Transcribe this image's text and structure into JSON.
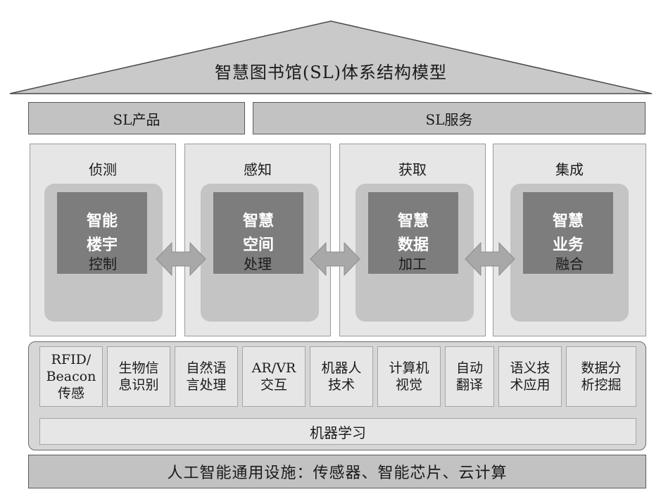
{
  "title": "智慧图书馆(SL)体系结构模型",
  "banners": {
    "products": "SL产品",
    "services": "SL服务"
  },
  "columns": [
    {
      "top": "侦测",
      "core_line1": "智能",
      "core_line2": "楼宇",
      "bottom": "控制"
    },
    {
      "top": "感知",
      "core_line1": "智慧",
      "core_line2": "空间",
      "bottom": "处理"
    },
    {
      "top": "获取",
      "core_line1": "智慧",
      "core_line2": "数据",
      "bottom": "加工"
    },
    {
      "top": "集成",
      "core_line1": "智慧",
      "core_line2": "业务",
      "bottom": "融合"
    }
  ],
  "technologies": [
    {
      "line1": "RFID/",
      "line2": "Beacon",
      "line3": "传感"
    },
    {
      "line1": "生物信",
      "line2": "息识别"
    },
    {
      "line1": "自然语",
      "line2": "言处理"
    },
    {
      "line1": "AR/VR",
      "line2": "交互"
    },
    {
      "line1": "机器人",
      "line2": "技术"
    },
    {
      "line1": "计算机",
      "line2": "视觉"
    },
    {
      "line1": "自动",
      "line2": "翻译"
    },
    {
      "line1": "语义技",
      "line2": "术应用"
    },
    {
      "line1": "数据分",
      "line2": "析挖掘"
    }
  ],
  "machine_learning": "机器学习",
  "infrastructure": "人工智能通用设施：传感器、智能芯片、云计算",
  "colors": {
    "banner": "#c2c2c2",
    "column": "#e6e6e6",
    "pill": "#c4c4c4",
    "core": "#7d7d7d",
    "arrow": "#a8a8a8"
  }
}
